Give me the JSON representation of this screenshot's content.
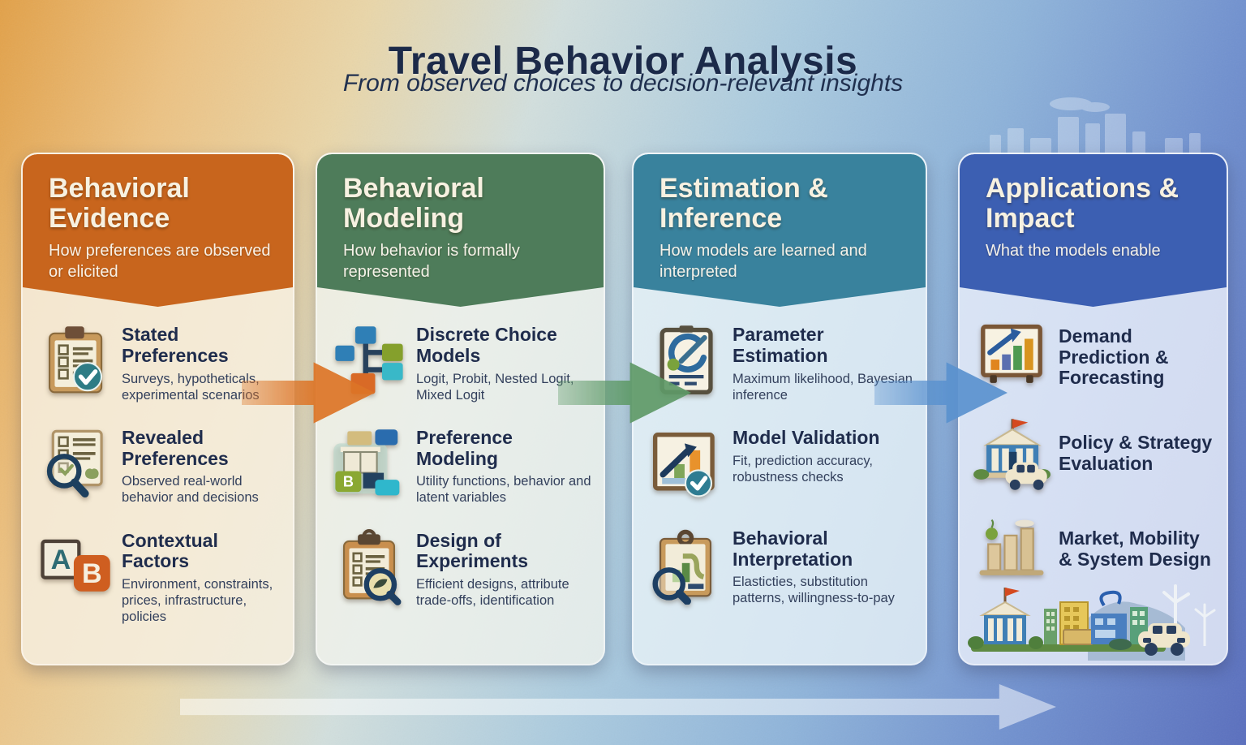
{
  "page": {
    "title": "Travel Behavior Analysis",
    "subtitle": "From observed choices to decision-relevant insights"
  },
  "columns": [
    {
      "title": "Behavioral Evidence",
      "subtitle": "How preferences are observed or elicited",
      "accent": "#c8651d",
      "items": [
        {
          "title": "Stated Preferences",
          "desc": "Surveys, hypotheticals, experimental scenarios",
          "icon": "clipboard-checklist-check"
        },
        {
          "title": "Revealed Preferences",
          "desc": "Observed real-world behavior and decisions",
          "icon": "document-magnifier"
        },
        {
          "title": "Contextual Factors",
          "desc": "Environment, constraints, prices, infrastructure, policies",
          "icon": "ab-letter-blocks"
        }
      ]
    },
    {
      "title": "Behavioral Modeling",
      "subtitle": "How behavior is formally represented",
      "accent": "#4e7c5a",
      "items": [
        {
          "title": "Discrete Choice Models",
          "desc": "Logit, Probit, Nested Logit, Mixed Logit",
          "icon": "decision-tree-nodes"
        },
        {
          "title": "Preference Modeling",
          "desc": "Utility functions, behavior and latent variables",
          "icon": "building-blocks-b"
        },
        {
          "title": "Design of Experiments",
          "desc": "Efficient designs, attribute trade-offs, identification",
          "icon": "clipboard-magnifier"
        }
      ]
    },
    {
      "title": "Estimation & Inference",
      "subtitle": "How models are learned and interpreted",
      "accent": "#39829d",
      "items": [
        {
          "title": "Parameter Estimation",
          "desc": "Maximum likelihood, Bayesian inference",
          "icon": "gauge-board"
        },
        {
          "title": "Model Validation",
          "desc": "Fit, prediction accuracy, robustness checks",
          "icon": "chart-arrow-check"
        },
        {
          "title": "Behavioral Interpretation",
          "desc": "Elasticties, substitution patterns, willingness-to-pay",
          "icon": "chart-clipboard-magnifier"
        }
      ]
    },
    {
      "title": "Applications & Impact",
      "subtitle": "What the models enable",
      "accent": "#3c5fb2",
      "items": [
        {
          "title": "Demand Prediction & Forecasting",
          "icon": "easel-bar-chart"
        },
        {
          "title": "Policy & Strategy Evaluation",
          "icon": "government-building-car"
        },
        {
          "title": "Market, Mobility & System Design",
          "icon": "city-bar-chart"
        }
      ]
    }
  ],
  "arrows": [
    {
      "name": "evidence-to-modeling",
      "color": "#dd7527"
    },
    {
      "name": "modeling-to-estimation",
      "color": "#5f9a68"
    },
    {
      "name": "estimation-to-applications",
      "color": "#5b92cf"
    },
    {
      "name": "overall-flow",
      "color": "#ffffff"
    }
  ]
}
